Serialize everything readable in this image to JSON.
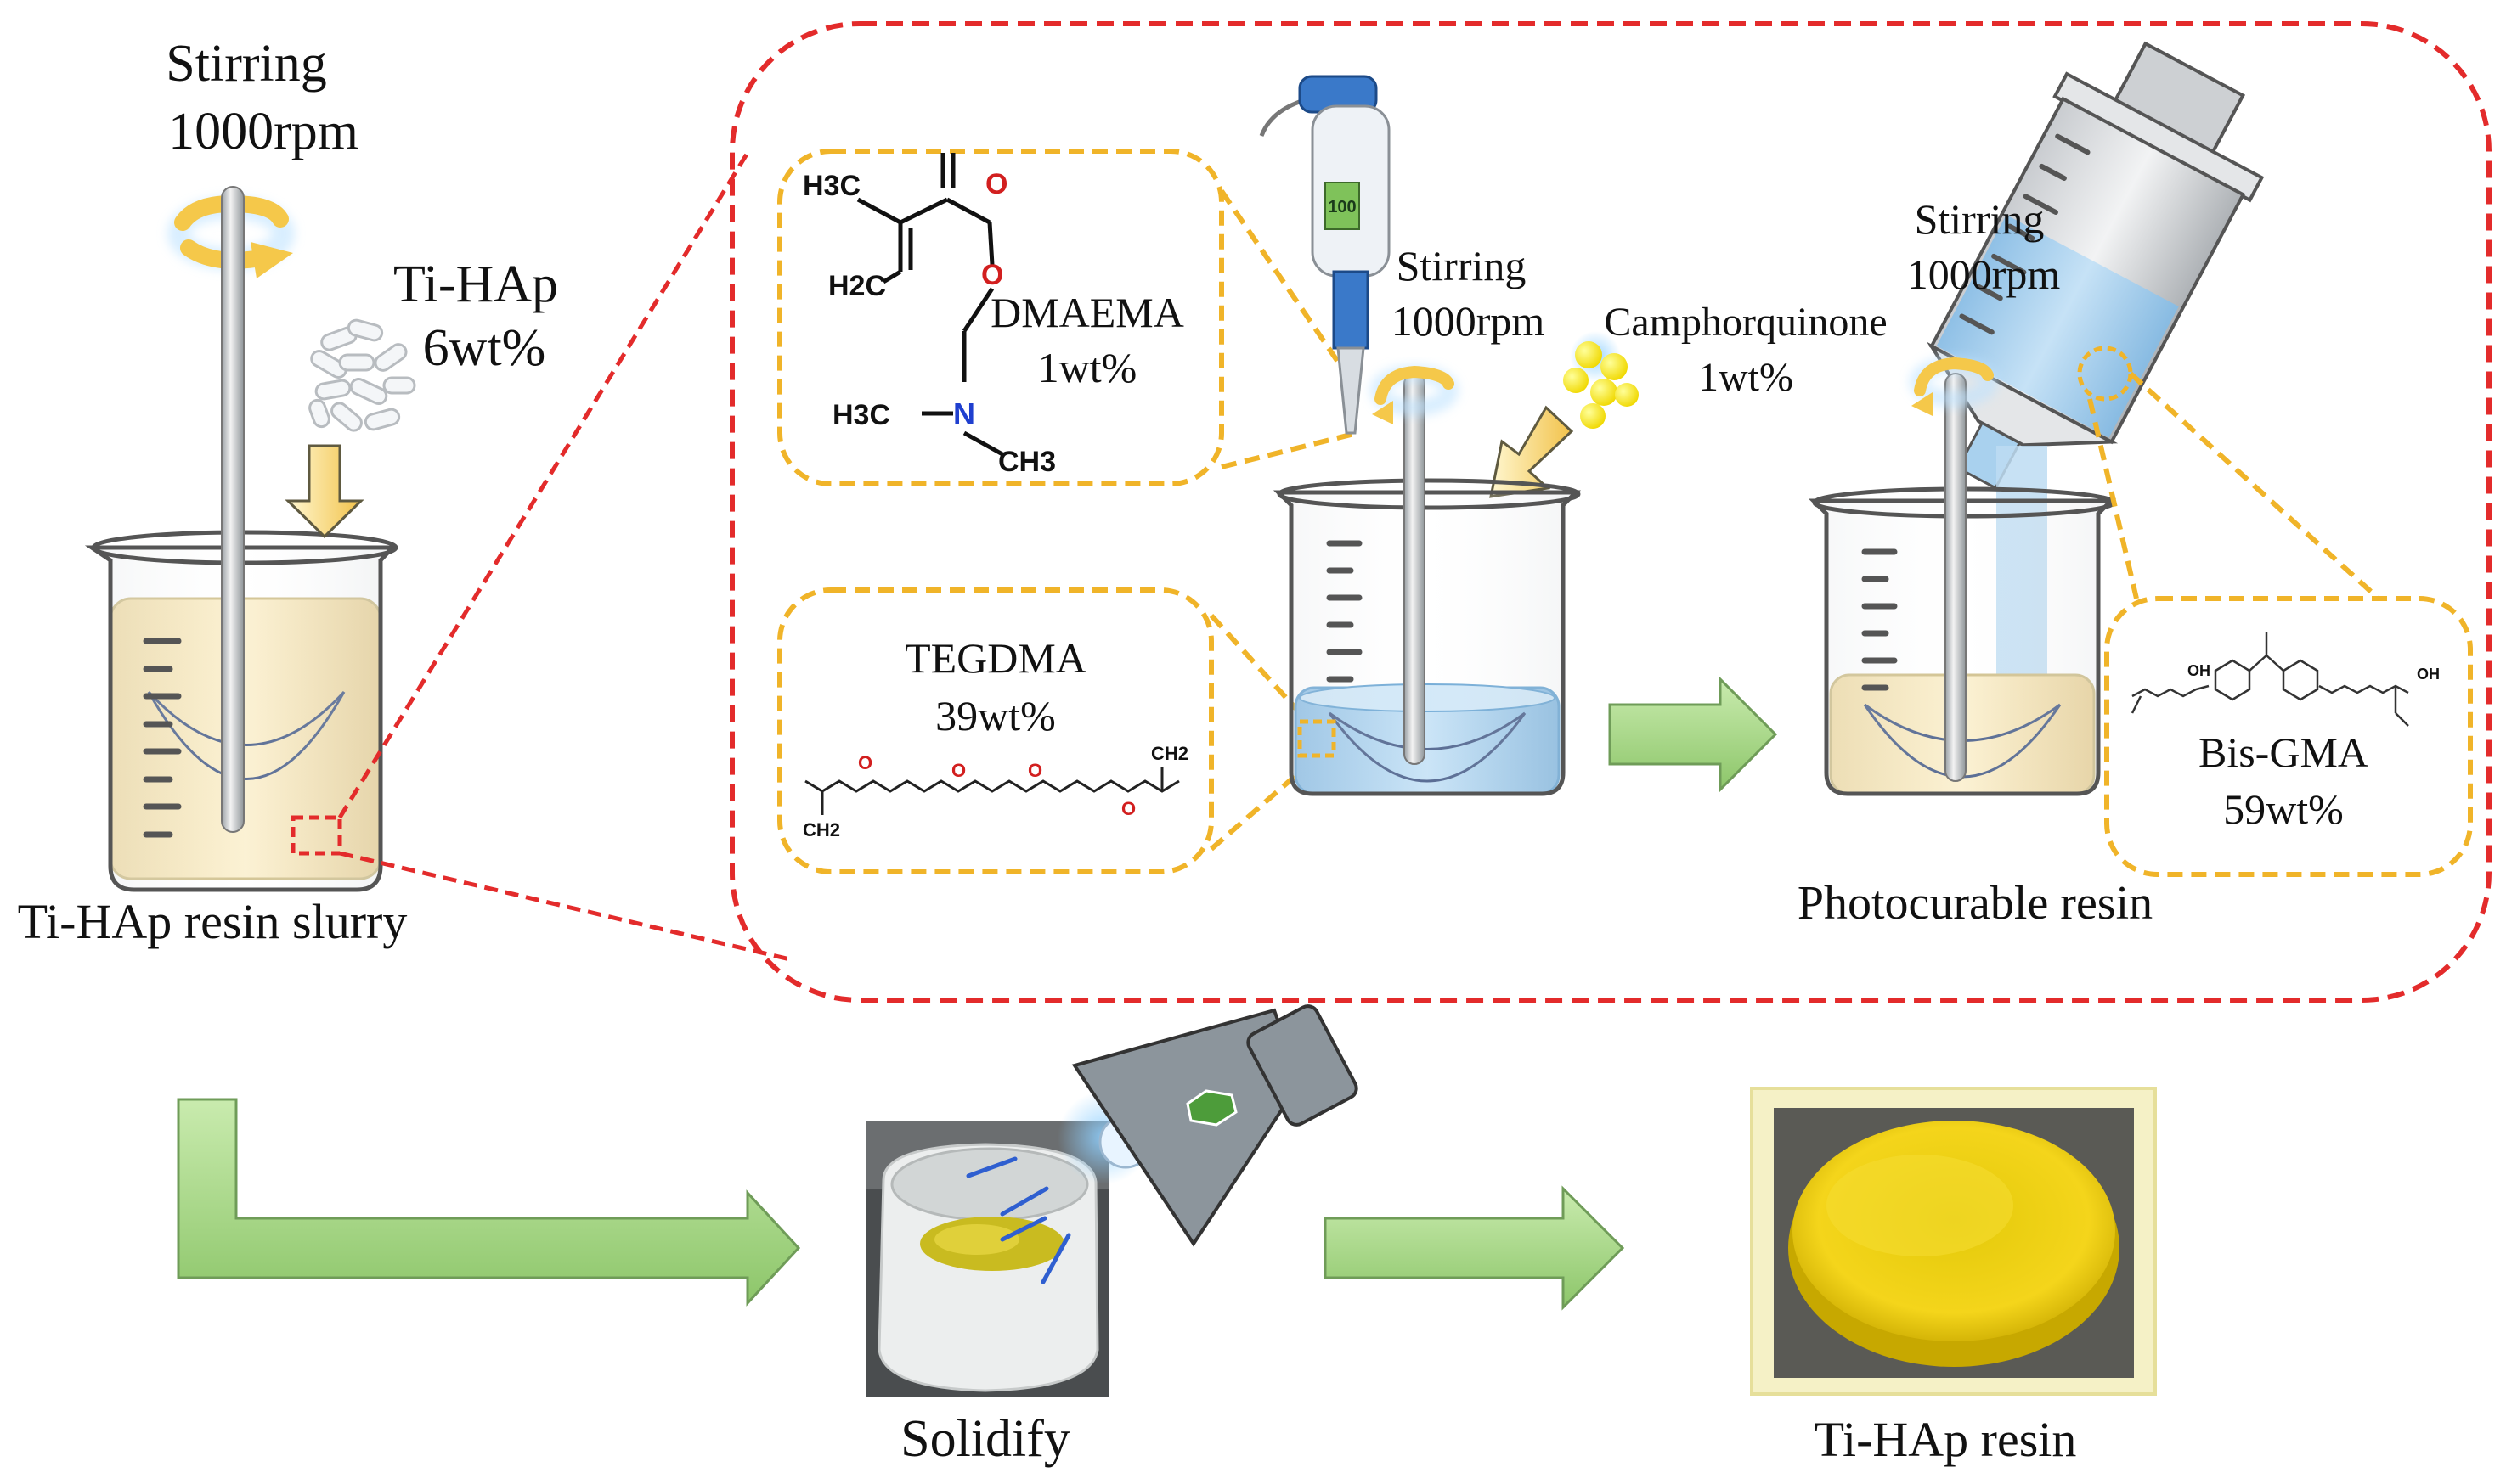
{
  "step1": {
    "stirring": "Stirring",
    "speed": "1000rpm",
    "additive_name": "Ti-HAp",
    "additive_amount": "6wt%",
    "caption": "Ti-HAp resin slurry"
  },
  "inset": {
    "dmaema": {
      "name": "DMAEMA",
      "amount": "1wt%"
    },
    "tegdma": {
      "name": "TEGDMA",
      "amount": "39wt%"
    },
    "camphorquinone": {
      "name": "Camphorquinone",
      "amount": "1wt%"
    },
    "bisgma": {
      "name": "Bis-GMA",
      "amount": "59wt%"
    },
    "mix_stirring": "Stirring",
    "mix_speed": "1000rpm",
    "final_stirring": "Stirring",
    "final_speed": "1000rpm",
    "product": "Photocurable resin",
    "pipette_display": "100"
  },
  "structures": {
    "h3c": "H3C",
    "h2c": "H2C",
    "o": "O",
    "n": "N",
    "ch3": "CH3",
    "ch2": "CH2",
    "oh": "OH"
  },
  "step2": {
    "caption": "Solidify"
  },
  "step3": {
    "caption": "Ti-HAp resin"
  },
  "colors": {
    "inset_border": "#e32b2b",
    "callout_border": "#f0b429",
    "arrow_fill": "#a8d88a",
    "arrow_edge": "#6f9c58",
    "slurry": "#f4e3b0",
    "blue_liquid": "#a9d1ee",
    "resin_yellow": "#f2d22a"
  }
}
